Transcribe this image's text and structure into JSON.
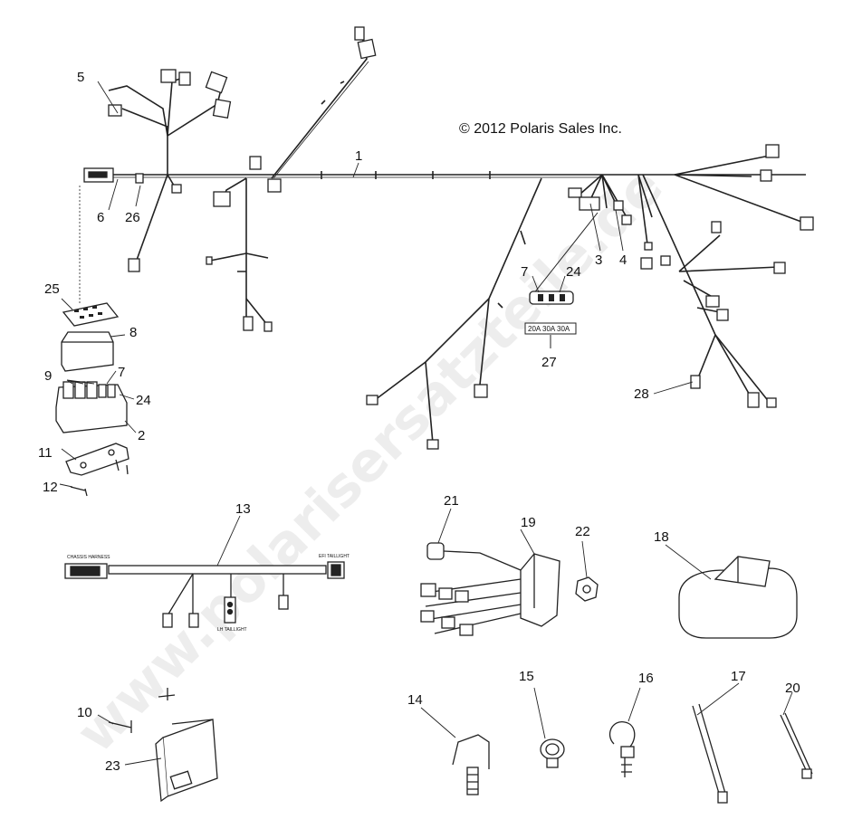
{
  "copyright": "© 2012 Polaris Sales Inc.",
  "watermark": "www.polarisersatzteile.de",
  "fuse_label": "20A  30A  30A",
  "sub_harness": {
    "left_plug": "CHASSIS HARNESS",
    "right_plug": "EFI TAILLIGHT",
    "mid_plug": "LH TAILLIGHT"
  },
  "callouts": [
    {
      "id": "c1",
      "text": "1"
    },
    {
      "id": "c2",
      "text": "2"
    },
    {
      "id": "c3",
      "text": "3"
    },
    {
      "id": "c4",
      "text": "4"
    },
    {
      "id": "c5",
      "text": "5"
    },
    {
      "id": "c6",
      "text": "6"
    },
    {
      "id": "c7a",
      "text": "7"
    },
    {
      "id": "c7b",
      "text": "7"
    },
    {
      "id": "c8",
      "text": "8"
    },
    {
      "id": "c9",
      "text": "9"
    },
    {
      "id": "c10",
      "text": "10"
    },
    {
      "id": "c11",
      "text": "11"
    },
    {
      "id": "c12",
      "text": "12"
    },
    {
      "id": "c13",
      "text": "13"
    },
    {
      "id": "c14",
      "text": "14"
    },
    {
      "id": "c15",
      "text": "15"
    },
    {
      "id": "c16",
      "text": "16"
    },
    {
      "id": "c17",
      "text": "17"
    },
    {
      "id": "c18",
      "text": "18"
    },
    {
      "id": "c19",
      "text": "19"
    },
    {
      "id": "c20",
      "text": "20"
    },
    {
      "id": "c21",
      "text": "21"
    },
    {
      "id": "c22",
      "text": "22"
    },
    {
      "id": "c23",
      "text": "23"
    },
    {
      "id": "c24a",
      "text": "24"
    },
    {
      "id": "c24b",
      "text": "24"
    },
    {
      "id": "c25",
      "text": "25"
    },
    {
      "id": "c26",
      "text": "26"
    },
    {
      "id": "c27",
      "text": "27"
    },
    {
      "id": "c28",
      "text": "28"
    }
  ]
}
